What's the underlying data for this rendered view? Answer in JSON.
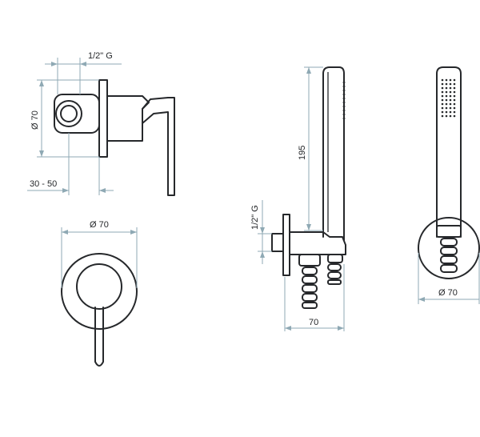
{
  "dimensions": {
    "side_thread": "1/2\" G",
    "side_diameter": "Ø 70",
    "side_depth": "30 - 50",
    "front_diameter": "Ø 70",
    "shower_height": "195",
    "outlet_thread": "1/2\" G",
    "outlet_width": "70",
    "shower_front_diameter": "Ø 70"
  },
  "colors": {
    "line": "#26282b",
    "dimension": "#8fa9b4",
    "background": "#ffffff"
  }
}
